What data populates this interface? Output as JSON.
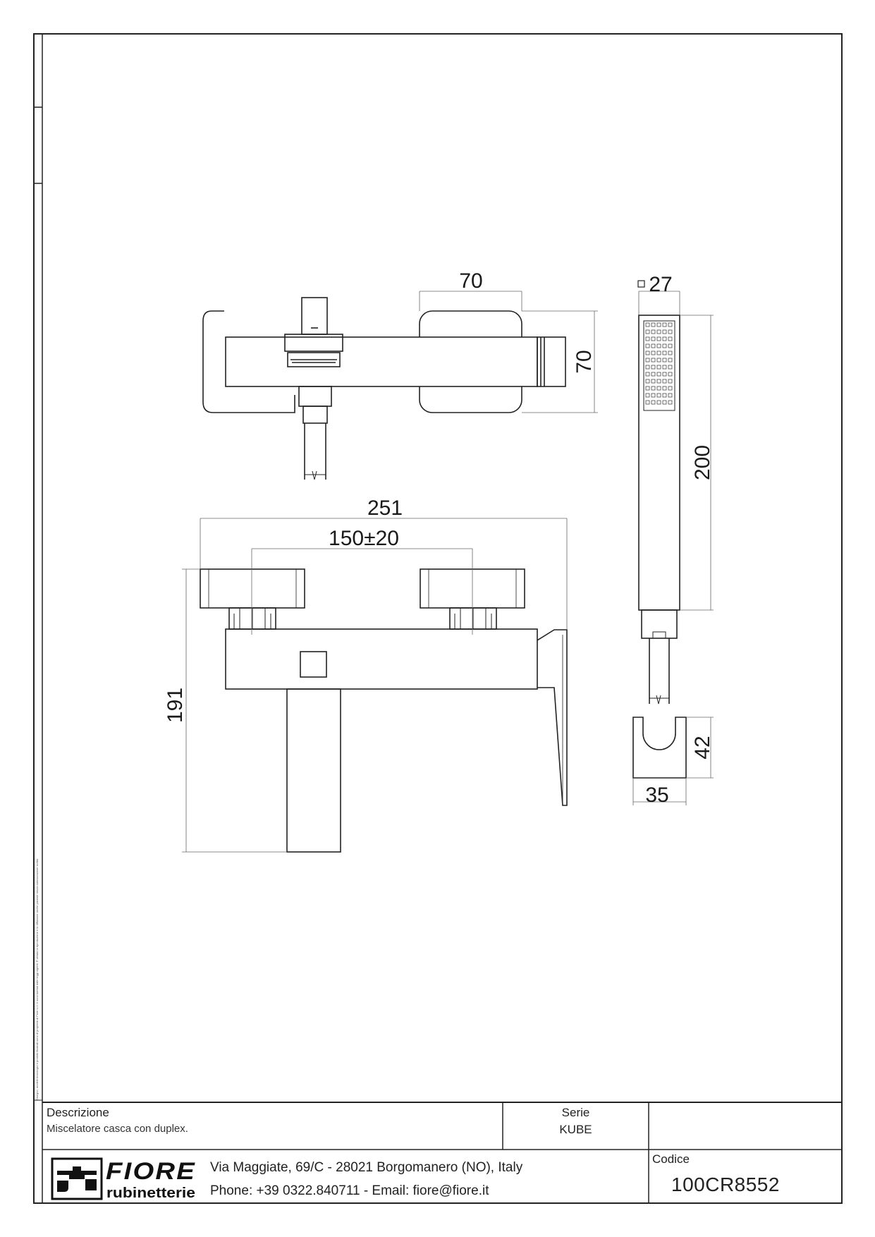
{
  "drawing": {
    "dimensions": {
      "top_width": "70",
      "top_height": "70",
      "handshower_section": "27",
      "handshower_length": "200",
      "overall_width": "251",
      "centres": "150±20",
      "overall_height": "191",
      "holder_height": "42",
      "holder_width": "35"
    },
    "side_note": "Disegno, modelli tecnologici e prodotti illustrati sono di proprietà di Fiore s.r.l. e sono tutelati dalle leggi vigenti. È vietata la riproduzione e la diffusione anche parziale senza autorizzazione scritta."
  },
  "title_block": {
    "descrizione_label": "Descrizione",
    "descrizione_value": "Miscelatore casca con duplex.",
    "serie_label": "Serie",
    "serie_value": "KUBE",
    "codice_label": "Codice",
    "codice_value": "100CR8552",
    "logo_text": "FIORE",
    "logo_subtext": "rubinetterie",
    "address_line": "Via Maggiate, 69/C - 28021 Borgomanero (NO), Italy",
    "contact_line": "Phone: +39 0322.840711 - Email: fiore@fiore.it"
  }
}
